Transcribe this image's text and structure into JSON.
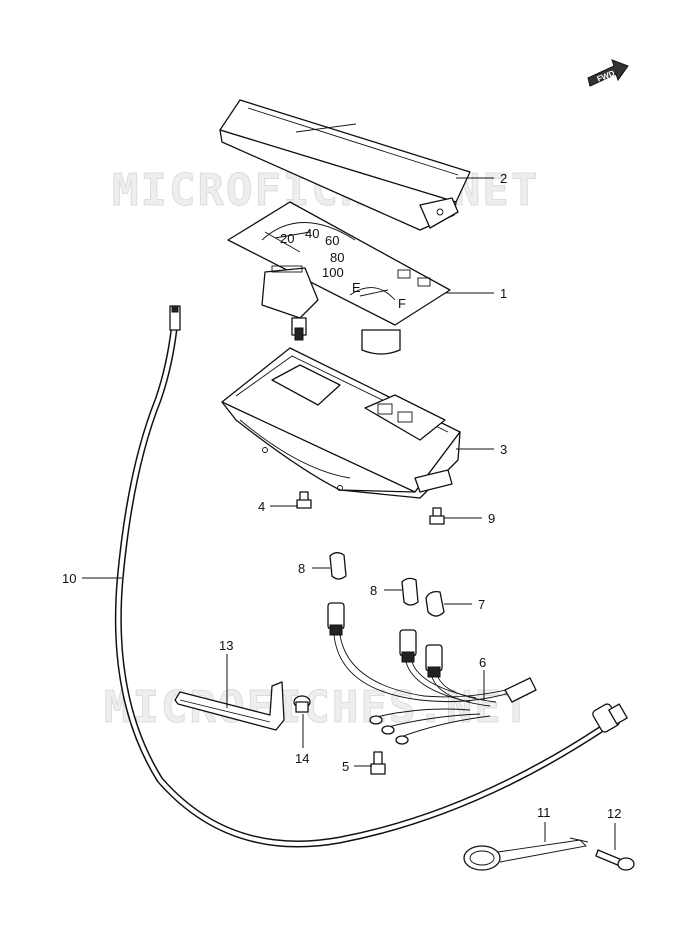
{
  "watermark": "MICROFICHES.NET",
  "fwd_label": "FWD",
  "callouts": [
    {
      "id": "1",
      "label": "1"
    },
    {
      "id": "2",
      "label": "2"
    },
    {
      "id": "3",
      "label": "3"
    },
    {
      "id": "4",
      "label": "4"
    },
    {
      "id": "5",
      "label": "5"
    },
    {
      "id": "6",
      "label": "6"
    },
    {
      "id": "7",
      "label": "7"
    },
    {
      "id": "8a",
      "label": "8"
    },
    {
      "id": "8b",
      "label": "8"
    },
    {
      "id": "9",
      "label": "9"
    },
    {
      "id": "10",
      "label": "10"
    },
    {
      "id": "11",
      "label": "11"
    },
    {
      "id": "12",
      "label": "12"
    },
    {
      "id": "13",
      "label": "13"
    },
    {
      "id": "14",
      "label": "14"
    }
  ],
  "gauge_marks": [
    "20",
    "40",
    "60",
    "80",
    "100",
    "E",
    "F"
  ]
}
